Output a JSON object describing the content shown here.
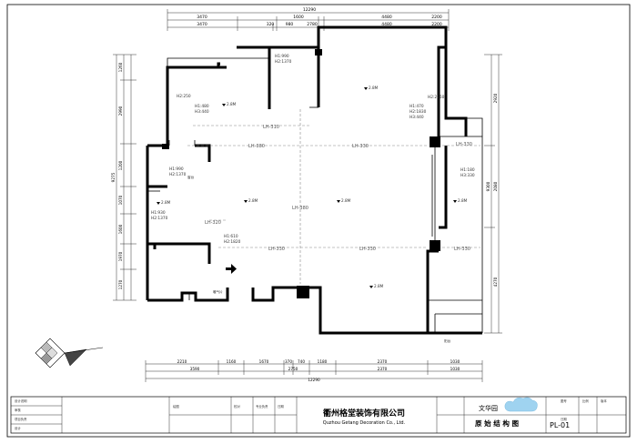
{
  "dimensions": {
    "top_total": "12290",
    "top_row1": [
      "3470",
      "1600",
      "4480",
      "2200"
    ],
    "top_row2": [
      "3470",
      "320",
      "980",
      "2780",
      "4480",
      "2200"
    ],
    "bottom_row1": [
      "2210",
      "1160",
      "1670",
      "370",
      "740",
      "1180",
      "2370",
      "1030"
    ],
    "bottom_row2": [
      "3590",
      "2750",
      "2370",
      "1030"
    ],
    "bottom_total": "12290",
    "left_outer": "9275",
    "left_segments": [
      "1260",
      "2990",
      "1200",
      "1070",
      "1600",
      "1970",
      "1270"
    ],
    "right_outer": "9300",
    "right_segments": [
      "2920",
      "2080",
      "4270"
    ]
  },
  "heights": {
    "h_top": [
      "H1:990",
      "H2:1370"
    ],
    "h_a": "H2:250",
    "h_b": [
      "H1:480",
      "H3:440"
    ],
    "h_c": [
      "H1:470",
      "H2:1830",
      "H3:440"
    ],
    "h_d": "H2:2060",
    "h_e": [
      "H1:990",
      "H2:1370"
    ],
    "h_f": [
      "H1:930",
      "H2:1370"
    ],
    "h_g": [
      "H1:610",
      "H2:1820"
    ],
    "h_h": [
      "H1:180",
      "H3:330"
    ]
  },
  "beams": {
    "lh310": "LH-310",
    "lh380a": "LH-380",
    "lh330a": "LH-330",
    "lh330b": "LH-330",
    "lh380v": "LH-380",
    "lh320": "LH-320",
    "lh330c": "LH-330",
    "lh330d": "LH-330",
    "lh330e": "LH-330"
  },
  "floor_marks": [
    "2.8M",
    "2.8M",
    "2.8M",
    "2.8M",
    "2.8M",
    "2.8M",
    "2.8M"
  ],
  "small_labels": [
    "窗台",
    "阳台",
    "暖气片"
  ],
  "title_block": {
    "company_cn": "衢州格堂装饰有限公司",
    "company_en": "Quzhou Getang Decoration Co., Ltd.",
    "project": "文华园",
    "drawing_name": "原 始 结 构 图",
    "drawing_no": "PL-01",
    "left_cells": [
      "设计说明",
      "审核",
      "项目负责",
      "设计",
      "绘图",
      "校对",
      "专业负责",
      "日期"
    ],
    "right_cells": [
      "图号",
      "比例",
      "版本",
      "日期"
    ]
  },
  "colors": {
    "line": "#000000",
    "beam": "#888888",
    "cloud": "#9fd3f0"
  }
}
